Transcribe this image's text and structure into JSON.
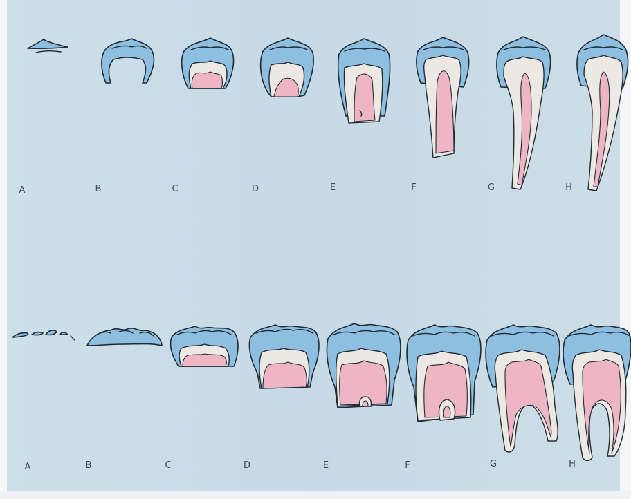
{
  "incisor_row": {
    "labels": [
      "A",
      "B",
      "C",
      "D",
      "E",
      "F",
      "G",
      "H"
    ]
  },
  "molar_row": {
    "labels": [
      "A",
      "B",
      "C",
      "D",
      "E",
      "F",
      "G",
      "H"
    ]
  },
  "colors": {
    "background": "#c9dbe6",
    "enamel": "#8fbfe0",
    "dentin": "#ece8e4",
    "pulp": "#eeb6c4",
    "outline": "#1f2a33"
  }
}
